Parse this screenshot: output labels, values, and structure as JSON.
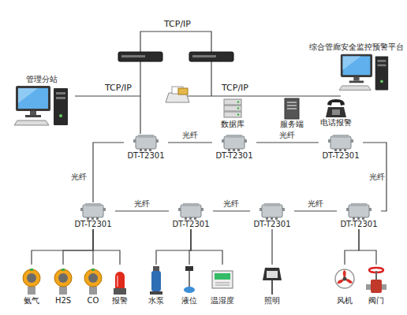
{
  "diagram": {
    "nodes": [
      {
        "text": [
          "管理分站"
        ]
      },
      {
        "text": [
          "综合管廊安全监控预警平台"
        ]
      },
      {
        "text": [
          "数据库"
        ]
      },
      {
        "text": [
          "服务端"
        ]
      },
      {
        "text": [
          "电话报警"
        ]
      },
      {
        "text": [
          "DT-T2301"
        ]
      },
      {
        "text": [
          "DT-T2301"
        ]
      },
      {
        "text": [
          "DT-T2301"
        ]
      },
      {
        "text": [
          "DT-T2301"
        ]
      },
      {
        "text": [
          "DT-T2301"
        ]
      },
      {
        "text": [
          "DT-T2301"
        ]
      },
      {
        "text": [
          "DT-T2301"
        ]
      },
      {
        "text": [
          "氨气"
        ]
      },
      {
        "text": [
          "H2S"
        ]
      },
      {
        "text": [
          "CO"
        ]
      },
      {
        "text": [
          "报警"
        ]
      },
      {
        "text": [
          "水泵"
        ]
      },
      {
        "text": [
          "液位"
        ]
      },
      {
        "text": [
          "温湿度"
        ]
      },
      {
        "text": [
          "照明"
        ]
      },
      {
        "text": [
          "风机"
        ]
      },
      {
        "text": [
          "阀门"
        ]
      }
    ],
    "edges": [
      {
        "from": 5,
        "to": 6,
        "label": "光纤",
        "arrow": "none"
      },
      {
        "from": 6,
        "to": 7,
        "label": "光纤",
        "arrow": "none"
      },
      {
        "from": 7,
        "to": 11,
        "label": "光纤",
        "arrow": "none"
      },
      {
        "from": 8,
        "to": 9,
        "label": "光纤",
        "arrow": "none"
      },
      {
        "from": 9,
        "to": 10,
        "label": "光纤",
        "arrow": "none"
      },
      {
        "from": 10,
        "to": 11,
        "label": "光纤",
        "arrow": "none"
      },
      {
        "from": 5,
        "to": 8,
        "label": "光纤",
        "arrow": "none"
      },
      {
        "from": 8,
        "to": 12,
        "arrow": "none"
      },
      {
        "from": 8,
        "to": 13,
        "arrow": "none"
      },
      {
        "from": 8,
        "to": 14,
        "arrow": "none"
      },
      {
        "from": 8,
        "to": 15,
        "arrow": "none"
      },
      {
        "from": 9,
        "to": 16,
        "arrow": "none"
      },
      {
        "from": 9,
        "to": 17,
        "arrow": "none"
      },
      {
        "from": 9,
        "to": 18,
        "arrow": "none"
      },
      {
        "from": 10,
        "to": 19,
        "arrow": "none"
      },
      {
        "from": 11,
        "to": 20,
        "arrow": "none"
      },
      {
        "from": 11,
        "to": 21,
        "arrow": "none"
      }
    ],
    "labels": [
      "TCP/IP",
      "TCP/IP",
      "TCP/IP"
    ]
  }
}
